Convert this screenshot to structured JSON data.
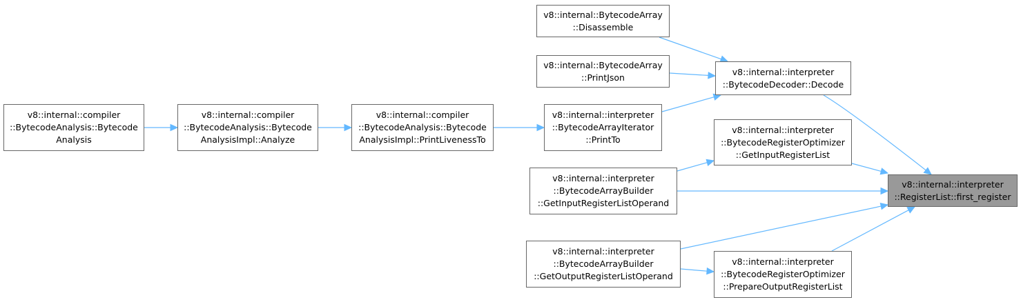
{
  "colors": {
    "edge": "#63b8ff",
    "node_border": "#666666",
    "node_fill": "#ffffff",
    "current_fill": "#999999"
  },
  "nodes": [
    {
      "id": "n1",
      "lines": [
        "v8::internal::compiler",
        "::BytecodeAnalysis::Bytecode",
        "Analysis"
      ]
    },
    {
      "id": "n2",
      "lines": [
        "v8::internal::compiler",
        "::BytecodeAnalysis::Bytecode",
        "AnalysisImpl::Analyze"
      ]
    },
    {
      "id": "n3",
      "lines": [
        "v8::internal::compiler",
        "::BytecodeAnalysis::Bytecode",
        "AnalysisImpl::PrintLivenessTo"
      ]
    },
    {
      "id": "n4",
      "lines": [
        "v8::internal::interpreter",
        "::BytecodeArrayIterator",
        "::PrintTo"
      ]
    },
    {
      "id": "n5",
      "lines": [
        "v8::internal::BytecodeArray",
        "::Disassemble"
      ]
    },
    {
      "id": "n6",
      "lines": [
        "v8::internal::BytecodeArray",
        "::PrintJson"
      ]
    },
    {
      "id": "n7",
      "lines": [
        "v8::internal::interpreter",
        "::BytecodeDecoder::Decode"
      ]
    },
    {
      "id": "n8",
      "lines": [
        "v8::internal::interpreter",
        "::BytecodeRegisterOptimizer",
        "::GetInputRegisterList"
      ]
    },
    {
      "id": "n9",
      "lines": [
        "v8::internal::interpreter",
        "::BytecodeArrayBuilder",
        "::GetInputRegisterListOperand"
      ]
    },
    {
      "id": "n10",
      "lines": [
        "v8::internal::interpreter",
        "::BytecodeArrayBuilder",
        "::GetOutputRegisterListOperand"
      ]
    },
    {
      "id": "n11",
      "lines": [
        "v8::internal::interpreter",
        "::BytecodeRegisterOptimizer",
        "::PrepareOutputRegisterList"
      ]
    },
    {
      "id": "n12",
      "lines": [
        "v8::internal::interpreter",
        "::RegisterList::first_register"
      ],
      "current": true
    }
  ],
  "edges": [
    {
      "from": "n1",
      "to": "n2"
    },
    {
      "from": "n2",
      "to": "n3"
    },
    {
      "from": "n3",
      "to": "n4"
    },
    {
      "from": "n5",
      "to": "n7"
    },
    {
      "from": "n6",
      "to": "n7"
    },
    {
      "from": "n4",
      "to": "n7"
    },
    {
      "from": "n7",
      "to": "n12"
    },
    {
      "from": "n9",
      "to": "n8"
    },
    {
      "from": "n8",
      "to": "n12"
    },
    {
      "from": "n9",
      "to": "n12"
    },
    {
      "from": "n10",
      "to": "n12"
    },
    {
      "from": "n10",
      "to": "n11"
    },
    {
      "from": "n11",
      "to": "n12"
    }
  ]
}
